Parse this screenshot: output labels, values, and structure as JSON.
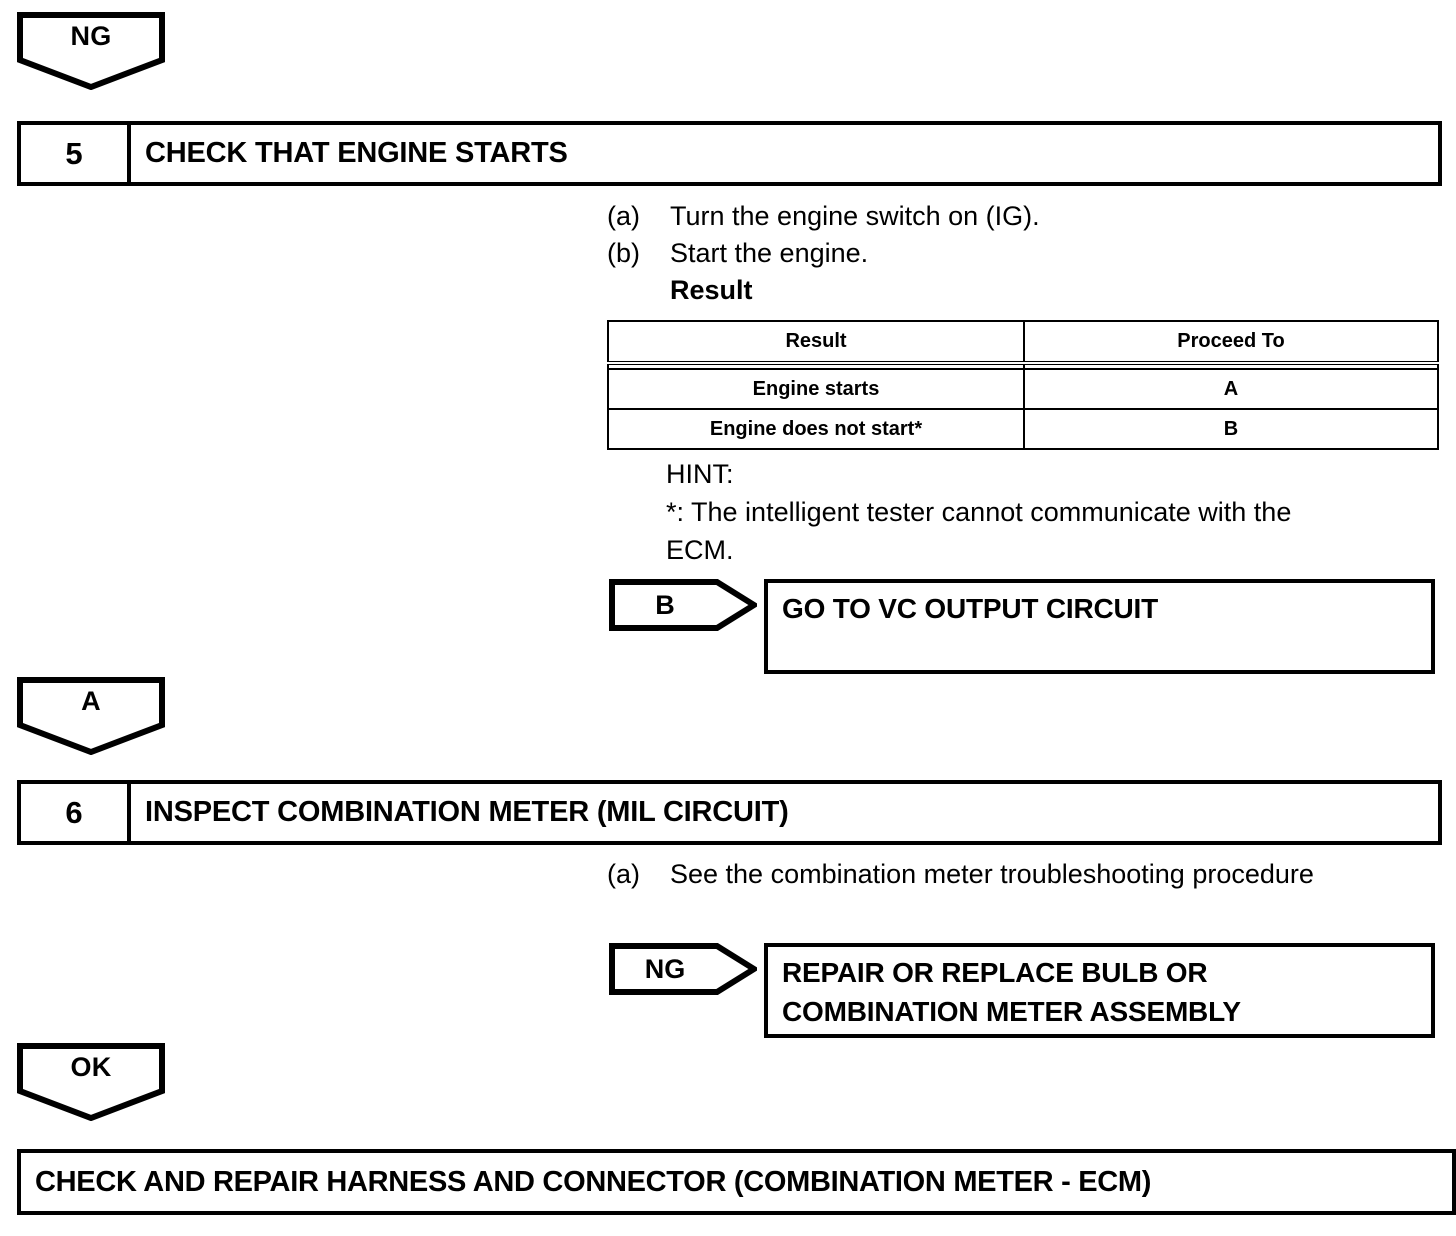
{
  "document": {
    "type": "troubleshooting-flowchart",
    "line_color": "#000000",
    "background_color": "#ffffff"
  },
  "connector_ng_top": {
    "label": "NG"
  },
  "step5": {
    "number": "5",
    "title": "CHECK THAT ENGINE STARTS",
    "procedures": [
      {
        "tag": "(a)",
        "text": "Turn the engine switch on (IG)."
      },
      {
        "tag": "(b)",
        "text": "Start the engine."
      }
    ],
    "sub_heading": "Result",
    "table": {
      "headers": [
        "Result",
        "Proceed To"
      ],
      "rows": [
        [
          "Engine starts",
          "A"
        ],
        [
          "Engine does not start*",
          "B"
        ]
      ]
    },
    "hint": {
      "title": "HINT:",
      "lines": [
        "*: The intelligent tester cannot communicate with the",
        "ECM."
      ]
    },
    "branch_b": {
      "flag": "B",
      "lines": [
        "GO TO VC OUTPUT CIRCUIT"
      ]
    }
  },
  "connector_a": {
    "label": "A"
  },
  "step6": {
    "number": "6",
    "title": "INSPECT COMBINATION METER (MIL CIRCUIT)",
    "procedures": [
      {
        "tag": "(a)",
        "text": "See the combination meter troubleshooting procedure"
      }
    ],
    "branch_ng": {
      "flag": "NG",
      "lines": [
        "REPAIR OR REPLACE BULB OR",
        "COMBINATION METER ASSEMBLY"
      ]
    }
  },
  "connector_ok": {
    "label": "OK"
  },
  "final": {
    "text": "CHECK AND REPAIR HARNESS AND CONNECTOR (COMBINATION METER - ECM)"
  }
}
